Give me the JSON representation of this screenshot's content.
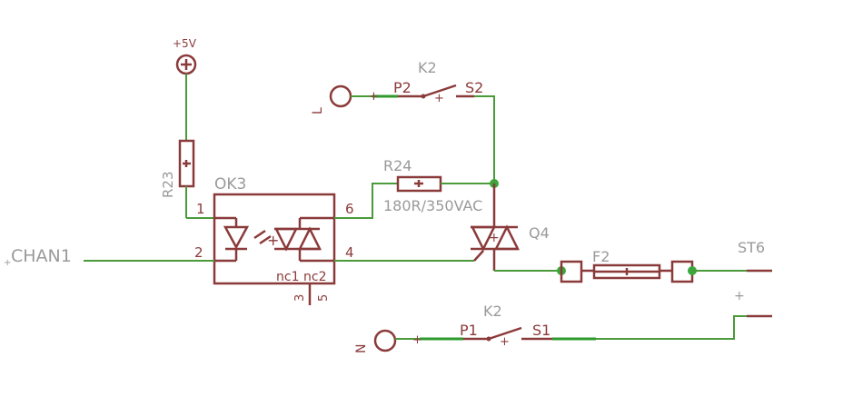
{
  "labels": {
    "plus5v": "+5V",
    "k2_top": "K2",
    "p2": "P2",
    "s2": "S2",
    "l": "L",
    "r23": "R23",
    "ok3": "OK3",
    "r24": "R24",
    "r24_value": "180R/350VAC",
    "pin1": "1",
    "pin6": "6",
    "pin2": "2",
    "pin4": "4",
    "nc1": "nc1",
    "nc2": "nc2",
    "pin3": "3",
    "pin5": "5",
    "chan1": "CHAN1",
    "q4": "Q4",
    "f2": "F2",
    "st6": "ST6",
    "st6_plus": "+",
    "k2_bottom": "K2",
    "p1": "P1",
    "s1": "S1",
    "n": "N"
  },
  "colors": {
    "wire": "#4a9a3a",
    "symbol": "#8b3a3a",
    "label": "#9a9a9a"
  }
}
